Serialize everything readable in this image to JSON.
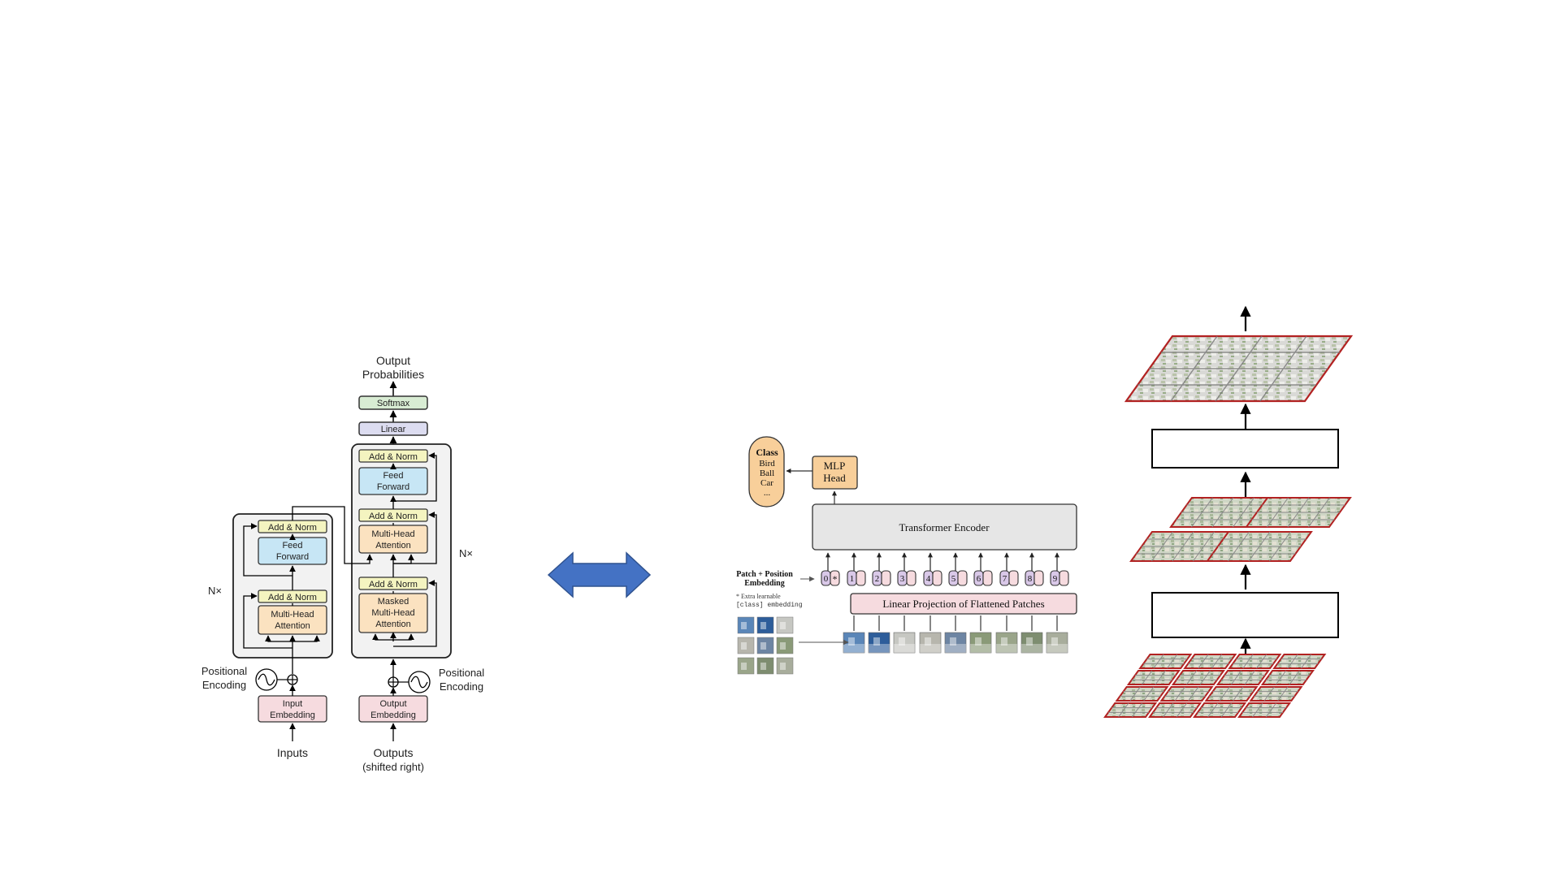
{
  "transformer": {
    "output_line1": "Output",
    "output_line2": "Probabilities",
    "softmax": "Softmax",
    "linear": "Linear",
    "add_norm": "Add & Norm",
    "feed": "Feed",
    "forward": "Forward",
    "multi_head": "Multi-Head",
    "attention": "Attention",
    "masked": "Masked",
    "nx": "N×",
    "positional": "Positional",
    "encoding": "Encoding",
    "input": "Input",
    "output": "Output",
    "embedding": "Embedding",
    "inputs": "Inputs",
    "outputs": "Outputs",
    "shifted_right": "(shifted right)"
  },
  "vit": {
    "class_title": "Class",
    "class_items": [
      "Bird",
      "Ball",
      "Car",
      "..."
    ],
    "mlp_line1": "MLP",
    "mlp_line2": "Head",
    "encoder": "Transformer Encoder",
    "patch_pos_line1": "Patch + Position",
    "patch_pos_line2": "Embedding",
    "note_line1": "* Extra learnable",
    "note_line2": "[class] embedding",
    "projection": "Linear Projection of Flattened Patches",
    "token_indices": [
      "0",
      "1",
      "2",
      "3",
      "4",
      "5",
      "6",
      "7",
      "8",
      "9"
    ],
    "class_token_mark": "*"
  },
  "colors": {
    "arrow_blue": "#4472C4",
    "patch_border": "#b22222",
    "attention_fill": "#fbe2c0",
    "feedforward_fill": "#c7e6f5",
    "addnorm_fill": "#f4f4c0",
    "softmax_fill": "#d8ecd3",
    "linear_fill": "#dcdcf0",
    "embedding_fill": "#f6dbdf",
    "mlp_fill": "#f8cf9a",
    "encoder_fill": "#e6e6e6"
  }
}
